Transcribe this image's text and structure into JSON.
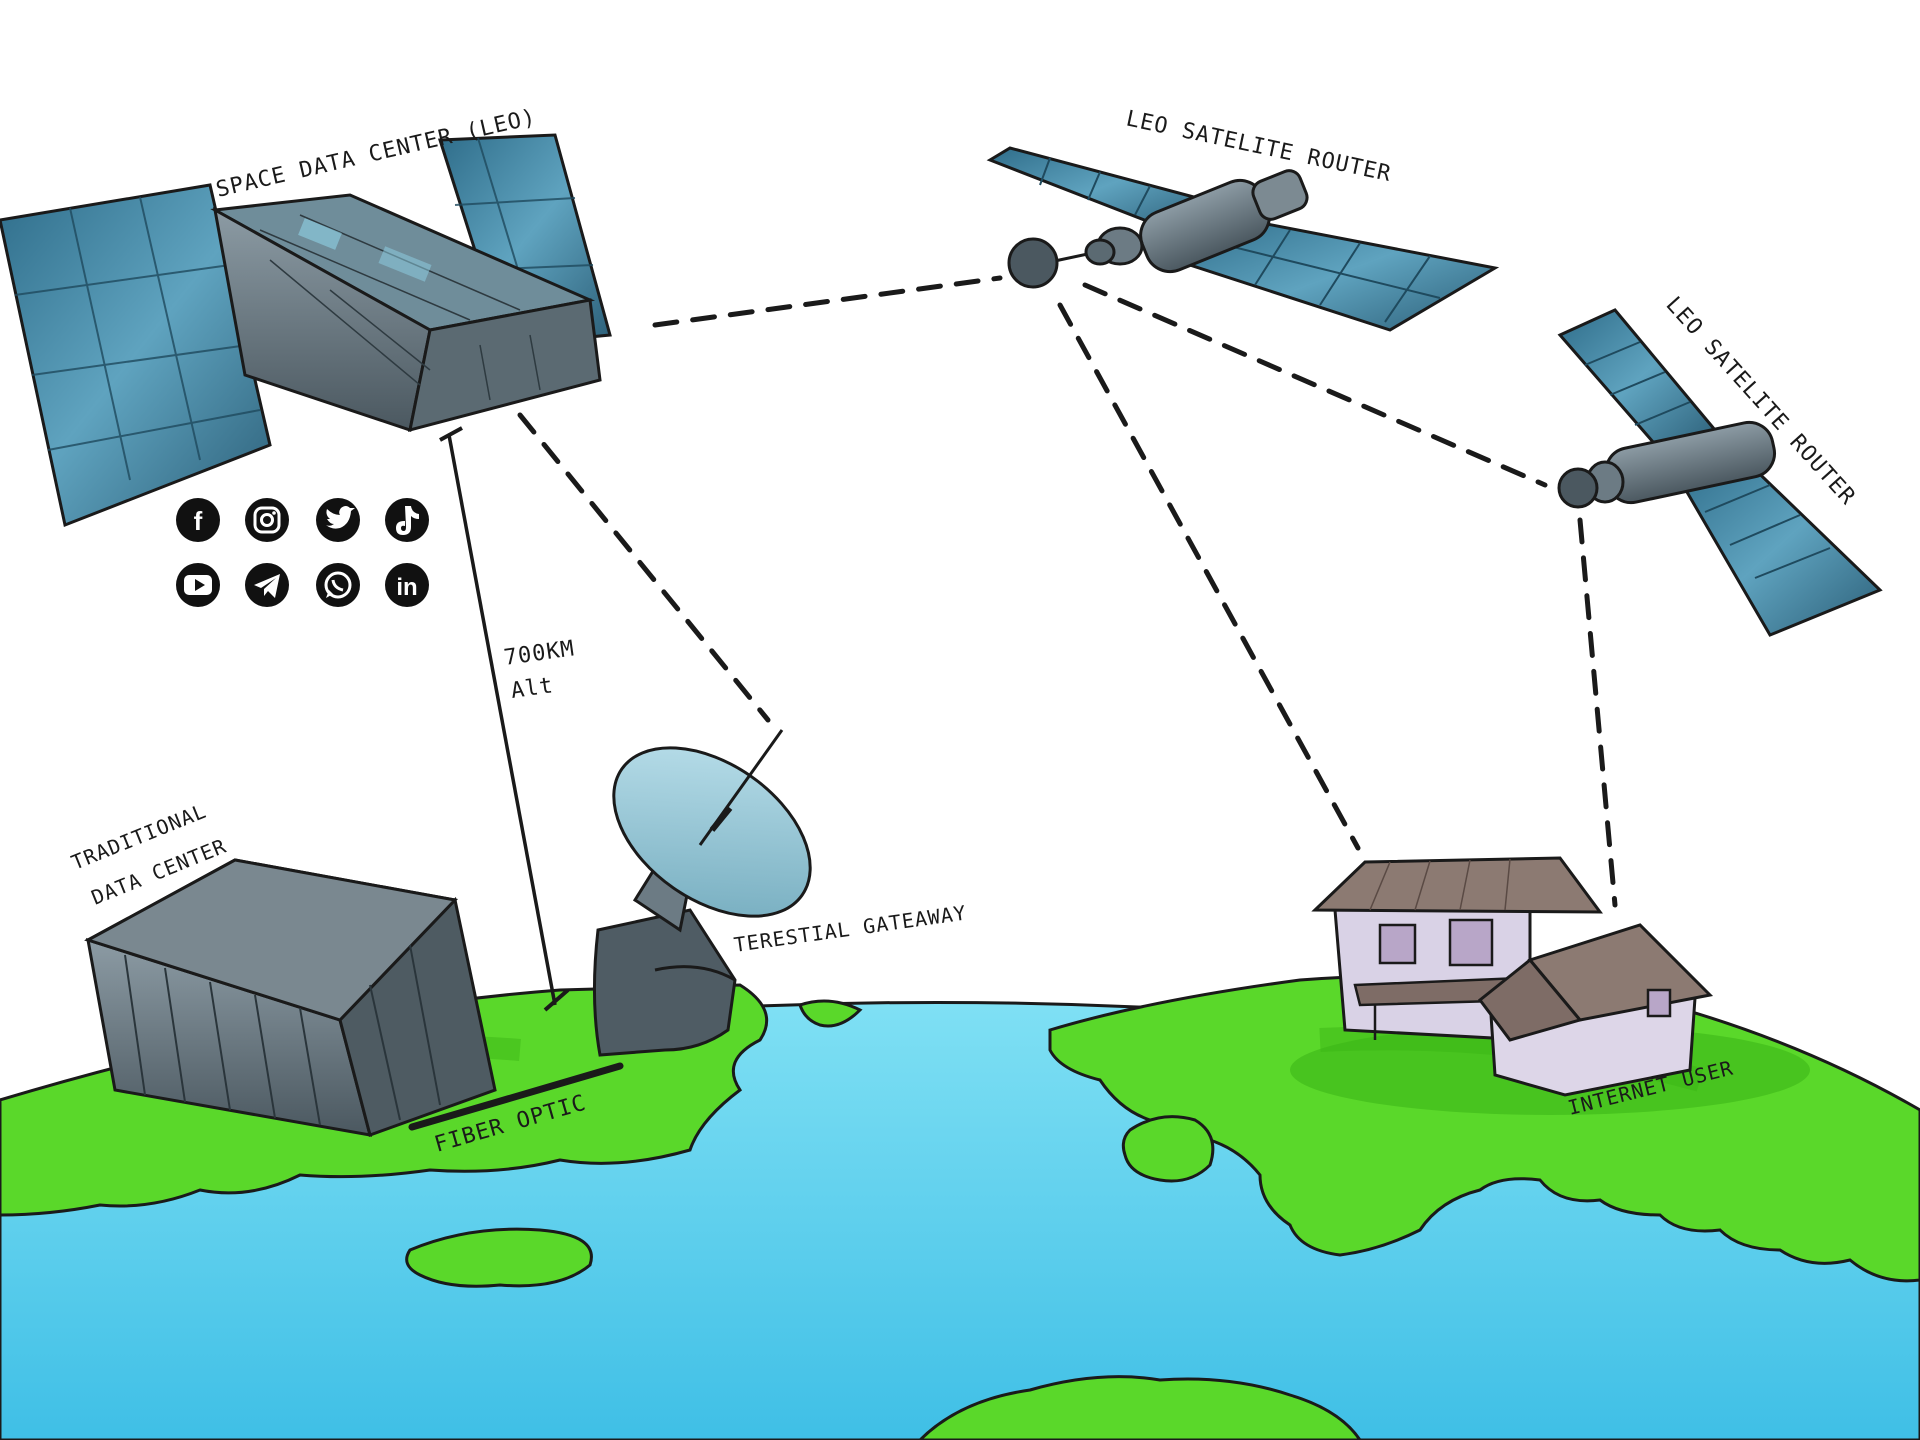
{
  "labels": {
    "space_dc": "SPACE DATA CENTER (LEO)",
    "leo_router_1": "LEO SATELITE ROUTER",
    "leo_router_2": "LEO SATELITE ROUTER",
    "altitude_line1": "700KM",
    "altitude_line2": "Alt",
    "traditional_line1": "TRADITIONAL",
    "traditional_line2": "DATA CENTER",
    "gateway": "TERESTIAL GATEAWAY",
    "fiber": "FIBER OPTIC",
    "internet_user": "INTERNET USER"
  },
  "social_icons": [
    {
      "name": "facebook-icon",
      "glyph": "f"
    },
    {
      "name": "instagram-icon",
      "glyph": "◎"
    },
    {
      "name": "twitter-icon",
      "glyph": "🐦"
    },
    {
      "name": "tiktok-icon",
      "glyph": "♪"
    },
    {
      "name": "youtube-icon",
      "glyph": "▶"
    },
    {
      "name": "telegram-icon",
      "glyph": "➤"
    },
    {
      "name": "whatsapp-icon",
      "glyph": "✆"
    },
    {
      "name": "linkedin-icon",
      "glyph": "in"
    }
  ],
  "colors": {
    "ocean": "#5fd3ee",
    "land": "#5ad82a",
    "panel": "#3f7f9b",
    "metal": "#6c7b84",
    "ink": "#1a1a1a"
  }
}
